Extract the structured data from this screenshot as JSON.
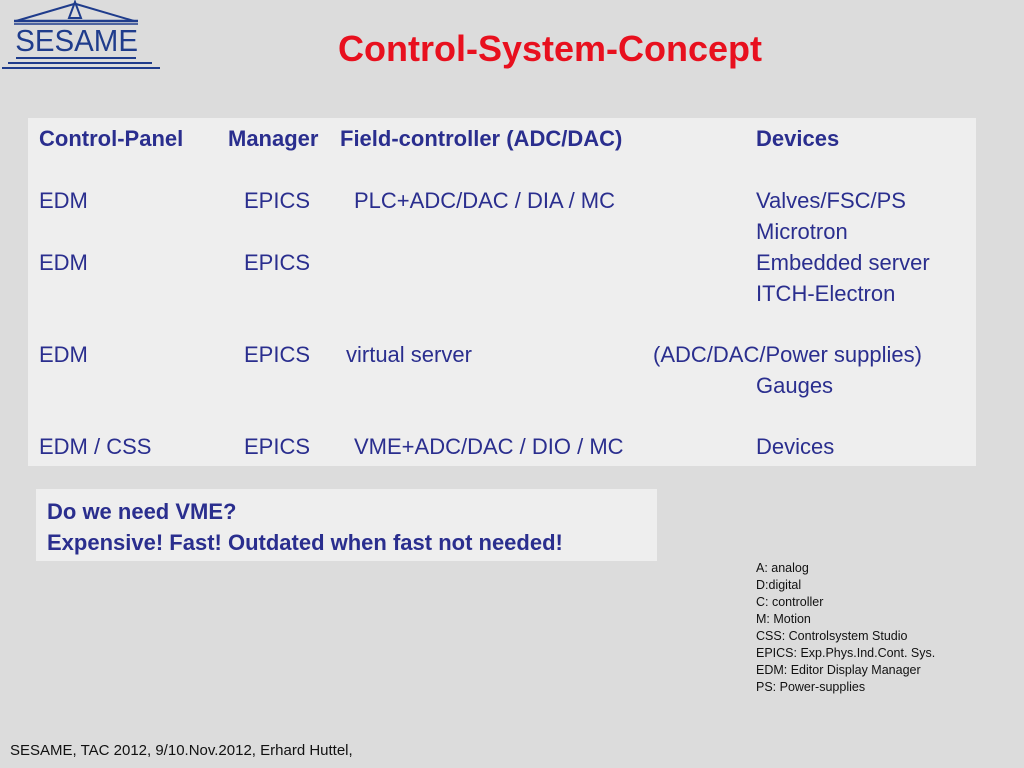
{
  "logo": {
    "text": "SESAME"
  },
  "title": "Control-System-Concept",
  "table": {
    "headers": [
      "Control-Panel",
      "Manager",
      "Field-controller (ADC/DAC)",
      "Devices"
    ],
    "rows": [
      [
        "EDM",
        "EPICS",
        "PLC+ADC/DAC  / DIA / MC",
        "Valves/FSC/PS"
      ],
      [
        "",
        "",
        "",
        "Microtron"
      ],
      [
        "EDM",
        "EPICS",
        "",
        "Embedded server"
      ],
      [
        "",
        "",
        "",
        "ITCH-Electron"
      ],
      [
        "EDM",
        "EPICS",
        "virtual server",
        "(ADC/DAC/Power supplies)"
      ],
      [
        "",
        "",
        "",
        "Gauges"
      ],
      [
        "EDM / CSS",
        "EPICS",
        "VME+ADC/DAC / DIO / MC",
        "Devices"
      ]
    ]
  },
  "question": {
    "line1": "Do we need VME?",
    "line2": "Expensive! Fast! Outdated when fast not needed!"
  },
  "legend": [
    "A: analog",
    "D:digital",
    "C: controller",
    "M: Motion",
    "CSS: Controlsystem Studio",
    "EPICS: Exp.Phys.Ind.Cont. Sys.",
    "EDM: Editor Display Manager",
    "PS: Power-supplies"
  ],
  "footer": "SESAME, TAC 2012, 9/10.Nov.2012, Erhard Huttel,",
  "colors": {
    "title": "#e8101e",
    "text": "#2a2e8e",
    "logo": "#1f3c8c",
    "panel": "#eeeeee",
    "background": "#dcdcdc"
  }
}
